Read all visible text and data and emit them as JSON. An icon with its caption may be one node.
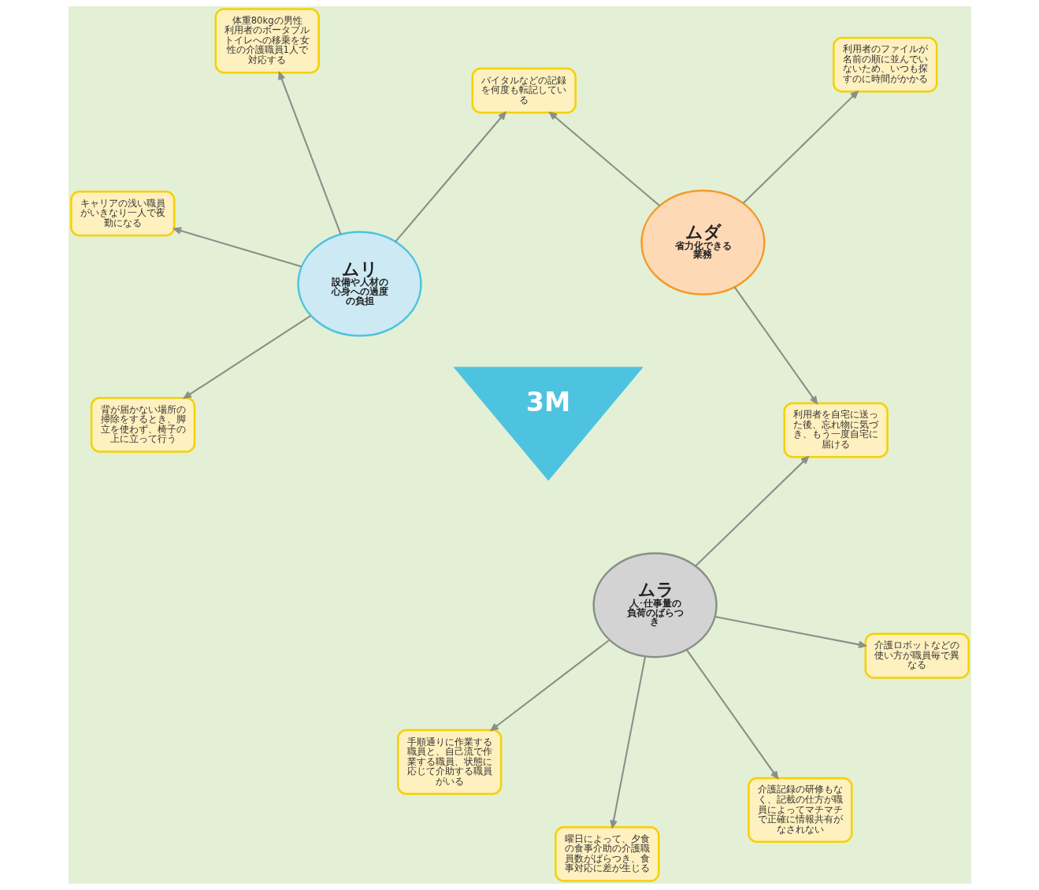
{
  "diagram": {
    "nodes": [
      {
        "text": [
          "3M"
        ]
      },
      {
        "text": [
          "ムリ",
          "設備や人材の心身への過度の負担"
        ]
      },
      {
        "text": [
          "ムラ",
          "人･仕事量の負荷のばらつき"
        ]
      },
      {
        "text": [
          "ムダ",
          "省力化できる業務"
        ]
      },
      {
        "text": [
          "体重80kgの男性利用者のポータブルトイレへの移乗を女性の介護職員1人で対応する"
        ]
      },
      {
        "text": [
          "キャリアの浅い職員がいきなり一人で夜勤になる"
        ]
      },
      {
        "text": [
          "背が届かない場所の掃除をするとき、脚立を使わず、椅子の上に立って行う"
        ]
      },
      {
        "text": [
          "介護ロボットなどの使い方が職員毎で異なる"
        ]
      },
      {
        "text": [
          "手順通りに作業する職員と、自己流で作業する職員、状態に応じて介助する職員がいる"
        ]
      },
      {
        "text": [
          "曜日によって、夕食の食事介助の介護職員数がばらつき、食事対応に差が生じる"
        ]
      },
      {
        "text": [
          "介護記録の研修もなく、記載の仕方が職員によってマチマチで正確に情報共有がなされない"
        ]
      },
      {
        "text": [
          "バイタルなどの記録を何度も転記している"
        ]
      },
      {
        "text": [
          "利用者のファイルが名前の順に並んでいないため、いつも探すのに時間がかかる"
        ]
      },
      {
        "text": [
          "利用者を自宅に送った後、忘れ物に気づき、もう一度自宅に届ける"
        ]
      }
    ],
    "edges": [
      {
        "from": 1,
        "to": 5,
        "arrow": "to"
      },
      {
        "from": 1,
        "to": 4,
        "arrow": "to"
      },
      {
        "from": 1,
        "to": 6,
        "arrow": "to"
      },
      {
        "from": 1,
        "to": 11,
        "arrow": "to"
      },
      {
        "from": 2,
        "to": 7,
        "arrow": "to"
      },
      {
        "from": 2,
        "to": 8,
        "arrow": "to"
      },
      {
        "from": 2,
        "to": 9,
        "arrow": "to"
      },
      {
        "from": 2,
        "to": 10,
        "arrow": "to"
      },
      {
        "from": 2,
        "to": 13,
        "arrow": "to"
      },
      {
        "from": 3,
        "to": 11,
        "arrow": "to"
      },
      {
        "from": 3,
        "to": 12,
        "arrow": "to"
      },
      {
        "from": 3,
        "to": 13,
        "arrow": "to"
      }
    ]
  }
}
